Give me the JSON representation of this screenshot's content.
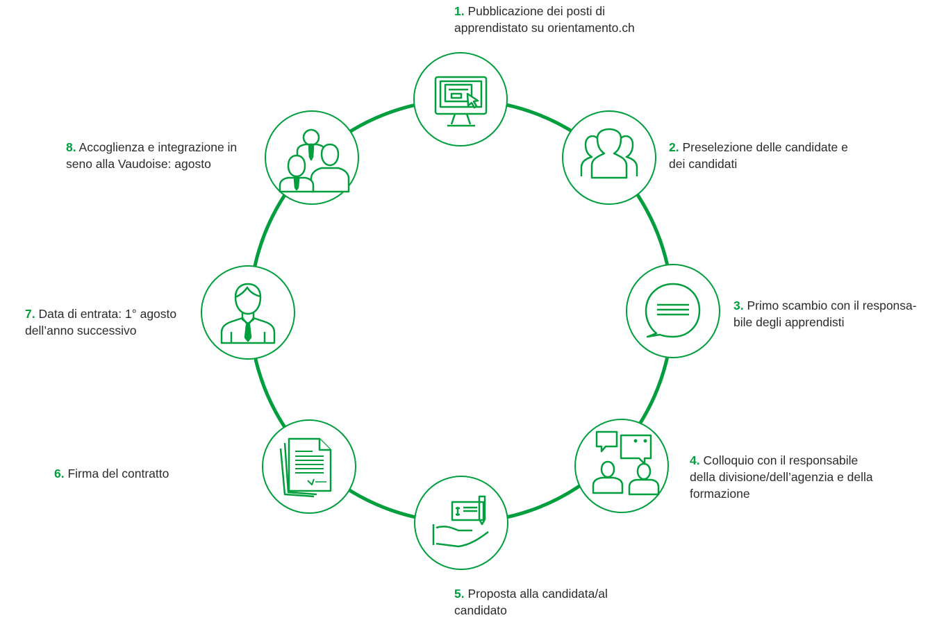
{
  "colors": {
    "accent": "#009e3d",
    "text": "#2b2b2b",
    "background": "#ffffff"
  },
  "steps": [
    {
      "number": "1.",
      "lines": [
        "Pubblicazione dei posti di",
        "apprendistato su orientamento.ch"
      ],
      "icon": "monitor-click-icon"
    },
    {
      "number": "2.",
      "lines": [
        "Preselezione delle candidate e",
        "dei candidati"
      ],
      "icon": "people-group-icon"
    },
    {
      "number": "3.",
      "lines": [
        "Primo scambio con il responsa-",
        "bile degli apprendisti"
      ],
      "icon": "speech-bubble-icon"
    },
    {
      "number": "4.",
      "lines": [
        "Colloquio con il responsabile",
        "della divisione/dell’agenzia e della",
        "formazione"
      ],
      "icon": "conversation-icon"
    },
    {
      "number": "5.",
      "lines": [
        "Proposta alla candidata/al",
        "candidato"
      ],
      "icon": "hand-cheque-icon"
    },
    {
      "number": "6.",
      "lines": [
        "Firma del contratto"
      ],
      "icon": "contract-documents-icon"
    },
    {
      "number": "7.",
      "lines": [
        "Data di entrata: 1° agosto",
        "dell’anno successivo"
      ],
      "icon": "employee-icon"
    },
    {
      "number": "8.",
      "lines": [
        "Accoglienza e integrazione in",
        "seno alla Vaudoise: agosto"
      ],
      "icon": "team-icon"
    }
  ]
}
